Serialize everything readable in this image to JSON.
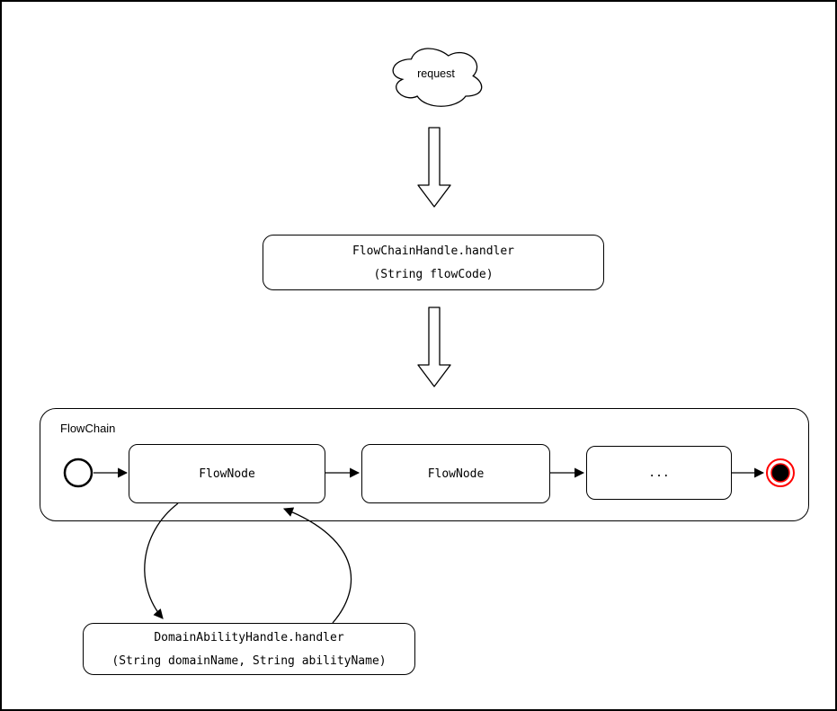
{
  "diagram": {
    "cloud": {
      "label": "request"
    },
    "handler_box": {
      "line1": "FlowChainHandle.handler",
      "line2": "(String flowCode)"
    },
    "flowchain": {
      "label": "FlowChain",
      "nodes": [
        {
          "label": "FlowNode"
        },
        {
          "label": "FlowNode"
        },
        {
          "label": "..."
        }
      ]
    },
    "domain_box": {
      "line1": "DomainAbilityHandle.handler",
      "line2": "(String domainName, String abilityName)"
    },
    "colors": {
      "stroke": "#000000",
      "end_state_red": "#ff0000",
      "shape_fill": "#ffffff",
      "background": "#ffffff"
    }
  }
}
